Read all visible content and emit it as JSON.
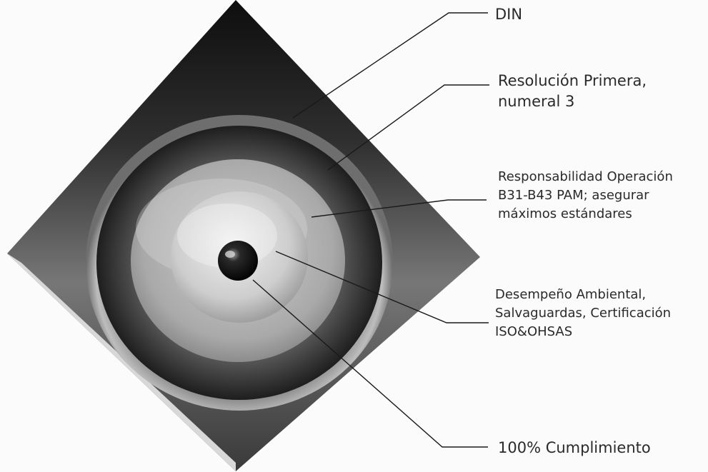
{
  "diagram": {
    "labels": {
      "din": "DIN",
      "resolucion": "Resolución Primera,\nnumeral 3",
      "responsabilidad": "Responsabilidad Operación\nB31-B43 PAM; asegurar\nmáximos estándares",
      "desempeno": " Desempeño Ambiental,\nSalvaguardas, Certificación\nISO&OHSAS",
      "cumplimiento": "100% Cumplimiento"
    }
  },
  "colors": {
    "diamond_dark": "#151515",
    "diamond_mid": "#6a6a6a",
    "disc_light": "#d6d6d6",
    "center_ball": "#050505",
    "leader_line": "#1a1a1a"
  }
}
